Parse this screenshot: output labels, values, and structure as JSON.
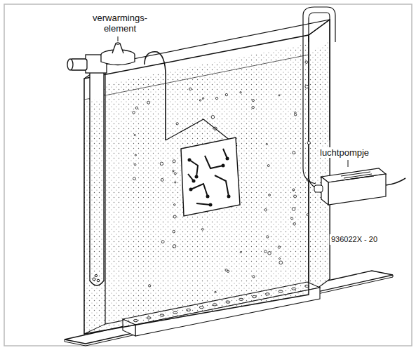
{
  "diagram": {
    "labels": [
      "verwarmings- element",
      "luchtpompje",
      "936022X - 20"
    ]
  }
}
